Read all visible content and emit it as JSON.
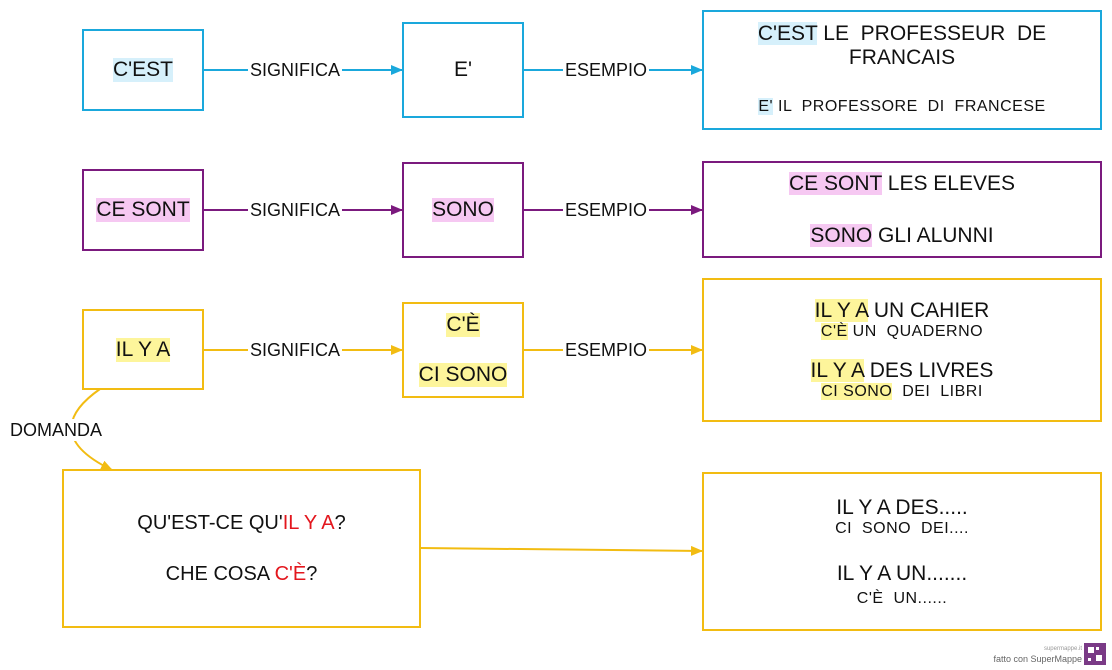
{
  "edge_labels": {
    "significa": "SIGNIFICA",
    "esempio": "ESEMPIO",
    "domanda": "DOMANDA"
  },
  "row1": {
    "term": "C'EST",
    "meaning": "E'",
    "example_hl": "C'EST",
    "example_rest": " LE  PROFESSEUR  DE",
    "example_line2": "FRANCAIS",
    "translation_hl": "E'",
    "translation_rest": " IL  PROFESSORE  DI  FRANCESE"
  },
  "row2": {
    "term": "CE SONT",
    "meaning": "SONO",
    "example_hl": "CE SONT",
    "example_rest": " LES ELEVES",
    "translation_hl": "SONO",
    "translation_rest": " GLI ALUNNI"
  },
  "row3": {
    "term": "IL Y A",
    "meaning_1": "C'È",
    "meaning_2": "CI SONO",
    "ex1_hl": "IL Y A",
    "ex1_rest": " UN CAHIER",
    "ex1_tr_hl": "C'È",
    "ex1_tr_rest": " UN  QUADERNO",
    "ex2_hl": "IL Y A",
    "ex2_rest": " DES LIVRES",
    "ex2_tr_hl": "CI  SONO",
    "ex2_tr_rest": "  DEI  LIBRI"
  },
  "question": {
    "q1_prefix": "QU'EST-CE QU'",
    "q1_red": "IL Y A",
    "q1_suffix": "?",
    "q2_prefix": "CHE COSA ",
    "q2_red": "C'È",
    "q2_suffix": "?"
  },
  "answer": {
    "line1": "IL Y A DES.....",
    "line2": "CI  SONO  DEI....",
    "line3": "IL Y A UN.......",
    "line4": "C'È  UN......"
  },
  "watermark": {
    "site": "supermappe.it",
    "credit": "fatto con SuperMappe"
  },
  "colors": {
    "blue": "#1aa8dc",
    "purple": "#7b1a7e",
    "gold": "#f2bc12",
    "red": "#e3161d",
    "highlight_blue": "#d6f0fb",
    "highlight_pink": "#f6c8f2",
    "highlight_yellow": "#fdf59b"
  }
}
